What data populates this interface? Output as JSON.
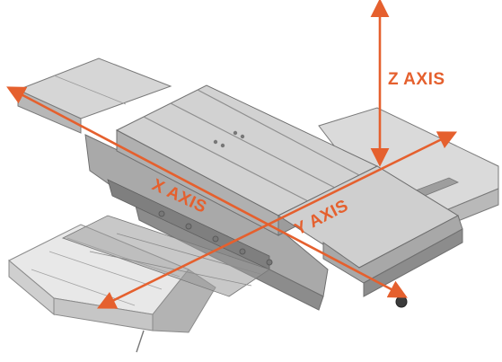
{
  "colors": {
    "accent": "#E5602E",
    "machine_light": "#D2D2D2",
    "machine_mid": "#B4B4B4",
    "machine_dark": "#8E8E8E",
    "machine_edge": "#6F6F6F",
    "background": "#FFFFFF"
  },
  "axes": {
    "x": {
      "label": "X AXIS",
      "icon": "double-arrow"
    },
    "y": {
      "label": "Y AXIS",
      "icon": "double-arrow"
    },
    "z": {
      "label": "Z AXIS",
      "icon": "double-arrow"
    }
  }
}
